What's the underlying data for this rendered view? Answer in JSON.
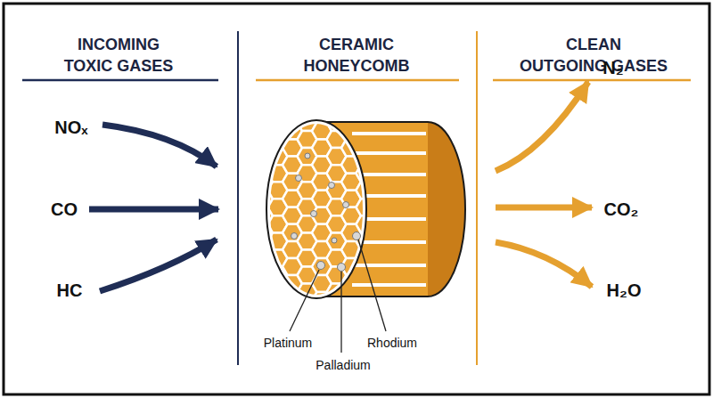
{
  "diagram": {
    "labels": [
      "INCOMING TOXIC GASES",
      "NOₓ",
      "CO",
      "HC",
      "CERAMIC HONEYCOMB",
      "Platinum",
      "Rhodium",
      "Palladium",
      "CLEAN OUTGOING GASES",
      "N₂",
      "CO₂",
      "H₂O"
    ]
  }
}
